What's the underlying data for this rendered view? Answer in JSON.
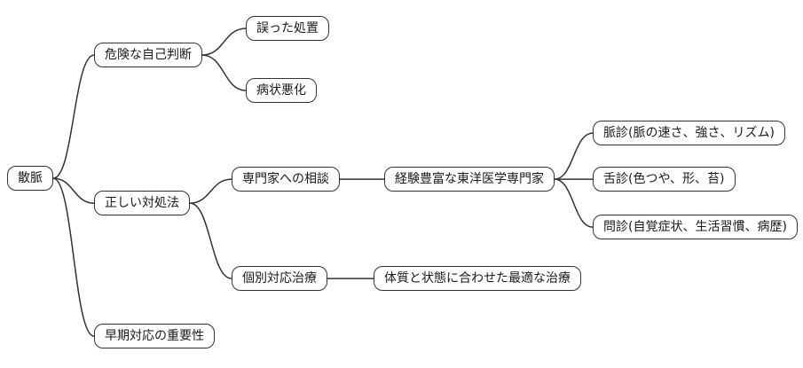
{
  "diagram": {
    "type": "mindmap",
    "direction": "left-to-right"
  },
  "nodes": {
    "root": {
      "label": "散脈"
    },
    "danger": {
      "label": "危険な自己判断"
    },
    "wrong": {
      "label": "誤った処置"
    },
    "worsen": {
      "label": "病状悪化"
    },
    "correct": {
      "label": "正しい対処法"
    },
    "consult": {
      "label": "専門家への相談"
    },
    "expert": {
      "label": "経験豊富な東洋医学専門家"
    },
    "pulse": {
      "label": "脈診(脈の速さ、強さ、リズム)"
    },
    "tongue": {
      "label": "舌診(色つや、形、苔)"
    },
    "interview": {
      "label": "問診(自覚症状、生活習慣、病歴)"
    },
    "individual": {
      "label": "個別対応治療"
    },
    "optimal": {
      "label": "体質と状態に合わせた最適な治療"
    },
    "early": {
      "label": "早期対応の重要性"
    }
  },
  "edges": [
    {
      "from": "root",
      "to": "danger"
    },
    {
      "from": "root",
      "to": "correct"
    },
    {
      "from": "root",
      "to": "early"
    },
    {
      "from": "danger",
      "to": "wrong"
    },
    {
      "from": "danger",
      "to": "worsen"
    },
    {
      "from": "correct",
      "to": "consult"
    },
    {
      "from": "correct",
      "to": "individual"
    },
    {
      "from": "consult",
      "to": "expert"
    },
    {
      "from": "expert",
      "to": "pulse"
    },
    {
      "from": "expert",
      "to": "tongue"
    },
    {
      "from": "expert",
      "to": "interview"
    },
    {
      "from": "individual",
      "to": "optimal"
    }
  ],
  "style": {
    "edge_color": "#333333",
    "node_border": "#333333",
    "node_fill": "#ffffff"
  }
}
